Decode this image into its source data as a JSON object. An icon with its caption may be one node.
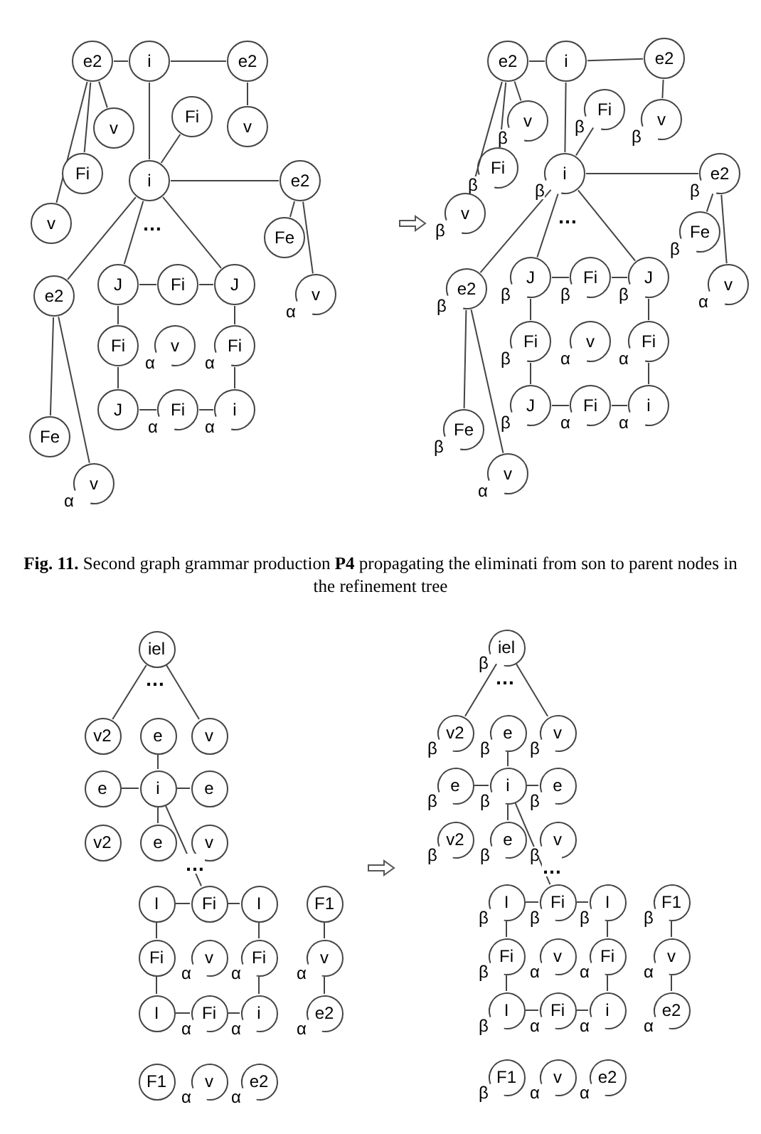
{
  "diagram": {
    "caption": "**Fig. 11.** Second graph grammar production **P4** propagating the eliminati from son to parent nodes in the refinement tree",
    "nodes": [
      {
        "text": [
          "e2"
        ]
      },
      {
        "text": [
          "i"
        ]
      },
      {
        "text": [
          "e2"
        ]
      },
      {
        "text": [
          "v"
        ]
      },
      {
        "text": [
          "Fi"
        ]
      },
      {
        "text": [
          "v"
        ]
      },
      {
        "text": [
          "Fi"
        ]
      },
      {
        "text": [
          "i"
        ]
      },
      {
        "text": [
          "e2"
        ]
      },
      {
        "text": [
          "v"
        ]
      },
      {
        "text": [
          "Fe"
        ]
      },
      {
        "text": [
          "v"
        ],
        "beside": [
          "α"
        ]
      },
      {
        "text": [
          "e2"
        ]
      },
      {
        "text": [
          "J"
        ]
      },
      {
        "text": [
          "Fi"
        ]
      },
      {
        "text": [
          "J"
        ]
      },
      {
        "text": [
          "Fi"
        ]
      },
      {
        "text": [
          "v"
        ],
        "beside": [
          "α"
        ]
      },
      {
        "text": [
          "Fi"
        ],
        "beside": [
          "α"
        ]
      },
      {
        "text": [
          "J"
        ]
      },
      {
        "text": [
          "Fi"
        ],
        "beside": [
          "α"
        ]
      },
      {
        "text": [
          "i"
        ],
        "beside": [
          "α"
        ]
      },
      {
        "text": [
          "Fe"
        ]
      },
      {
        "text": [
          "v"
        ],
        "beside": [
          "α"
        ]
      },
      {
        "text": [
          "e2"
        ]
      },
      {
        "text": [
          "i"
        ]
      },
      {
        "text": [
          "e2"
        ]
      },
      {
        "text": [
          "v"
        ],
        "beside": [
          "β"
        ]
      },
      {
        "text": [
          "Fi"
        ],
        "beside": [
          "β"
        ]
      },
      {
        "text": [
          "v"
        ],
        "beside": [
          "β"
        ]
      },
      {
        "text": [
          "Fi"
        ],
        "beside": [
          "β"
        ]
      },
      {
        "text": [
          "i"
        ],
        "beside": [
          "β"
        ]
      },
      {
        "text": [
          "e2"
        ],
        "beside": [
          "β"
        ]
      },
      {
        "text": [
          "v"
        ],
        "beside": [
          "β"
        ]
      },
      {
        "text": [
          "Fe"
        ],
        "beside": [
          "β"
        ]
      },
      {
        "text": [
          "v"
        ],
        "beside": [
          "α"
        ]
      },
      {
        "text": [
          "e2"
        ],
        "beside": [
          "β"
        ]
      },
      {
        "text": [
          "J"
        ],
        "beside": [
          "β"
        ]
      },
      {
        "text": [
          "Fi"
        ],
        "beside": [
          "β"
        ]
      },
      {
        "text": [
          "J"
        ],
        "beside": [
          "β"
        ]
      },
      {
        "text": [
          "Fi"
        ],
        "beside": [
          "β"
        ]
      },
      {
        "text": [
          "v"
        ],
        "beside": [
          "α"
        ]
      },
      {
        "text": [
          "Fi"
        ],
        "beside": [
          "α"
        ]
      },
      {
        "text": [
          "J"
        ],
        "beside": [
          "β"
        ]
      },
      {
        "text": [
          "Fi"
        ],
        "beside": [
          "α"
        ]
      },
      {
        "text": [
          "i"
        ],
        "beside": [
          "α"
        ]
      },
      {
        "text": [
          "Fe"
        ],
        "beside": [
          "β"
        ]
      },
      {
        "text": [
          "v"
        ],
        "beside": [
          "α"
        ]
      },
      {
        "text": [
          "iel"
        ]
      },
      {
        "text": [
          "v2"
        ]
      },
      {
        "text": [
          "e"
        ]
      },
      {
        "text": [
          "v"
        ]
      },
      {
        "text": [
          "e"
        ]
      },
      {
        "text": [
          "i"
        ]
      },
      {
        "text": [
          "e"
        ]
      },
      {
        "text": [
          "v2"
        ]
      },
      {
        "text": [
          "e"
        ]
      },
      {
        "text": [
          "v"
        ]
      },
      {
        "text": [
          "I"
        ]
      },
      {
        "text": [
          "Fi"
        ]
      },
      {
        "text": [
          "I"
        ]
      },
      {
        "text": [
          "F1"
        ]
      },
      {
        "text": [
          "Fi"
        ]
      },
      {
        "text": [
          "v"
        ],
        "beside": [
          "α"
        ]
      },
      {
        "text": [
          "Fi"
        ],
        "beside": [
          "α"
        ]
      },
      {
        "text": [
          "v"
        ],
        "beside": [
          "α"
        ]
      },
      {
        "text": [
          "I"
        ]
      },
      {
        "text": [
          "Fi"
        ],
        "beside": [
          "α"
        ]
      },
      {
        "text": [
          "i"
        ],
        "beside": [
          "α"
        ]
      },
      {
        "text": [
          "e2"
        ],
        "beside": [
          "α"
        ]
      },
      {
        "text": [
          "F1"
        ]
      },
      {
        "text": [
          "v"
        ],
        "beside": [
          "α"
        ]
      },
      {
        "text": [
          "e2"
        ],
        "beside": [
          "α"
        ]
      },
      {
        "text": [
          "iel"
        ],
        "beside": [
          "β"
        ]
      },
      {
        "text": [
          "v2"
        ],
        "beside": [
          "β"
        ]
      },
      {
        "text": [
          "e"
        ],
        "beside": [
          "β"
        ]
      },
      {
        "text": [
          "v"
        ],
        "beside": [
          "β"
        ]
      },
      {
        "text": [
          "e"
        ],
        "beside": [
          "β"
        ]
      },
      {
        "text": [
          "i"
        ],
        "beside": [
          "β"
        ]
      },
      {
        "text": [
          "e"
        ],
        "beside": [
          "β"
        ]
      },
      {
        "text": [
          "v2"
        ],
        "beside": [
          "β"
        ]
      },
      {
        "text": [
          "e"
        ],
        "beside": [
          "β"
        ]
      },
      {
        "text": [
          "v"
        ],
        "beside": [
          "β"
        ]
      },
      {
        "text": [
          "I"
        ],
        "beside": [
          "β"
        ]
      },
      {
        "text": [
          "Fi"
        ],
        "beside": [
          "β"
        ]
      },
      {
        "text": [
          "I"
        ],
        "beside": [
          "β"
        ]
      },
      {
        "text": [
          "F1"
        ],
        "beside": [
          "β"
        ]
      },
      {
        "text": [
          "Fi"
        ],
        "beside": [
          "β"
        ]
      },
      {
        "text": [
          "v"
        ],
        "beside": [
          "α"
        ]
      },
      {
        "text": [
          "Fi"
        ],
        "beside": [
          "α"
        ]
      },
      {
        "text": [
          "v"
        ],
        "beside": [
          "α"
        ]
      },
      {
        "text": [
          "I"
        ],
        "beside": [
          "β"
        ]
      },
      {
        "text": [
          "Fi"
        ],
        "beside": [
          "α"
        ]
      },
      {
        "text": [
          "i"
        ],
        "beside": [
          "α"
        ]
      },
      {
        "text": [
          "e2"
        ],
        "beside": [
          "α"
        ]
      },
      {
        "text": [
          "F1"
        ],
        "beside": [
          "β"
        ]
      },
      {
        "text": [
          "v"
        ],
        "beside": [
          "α"
        ]
      },
      {
        "text": [
          "e2"
        ],
        "beside": [
          "α"
        ]
      }
    ],
    "edges": [
      {
        "from": 0,
        "to": 1,
        "arrow": "none"
      },
      {
        "from": 1,
        "to": 2,
        "arrow": "none"
      },
      {
        "from": 0,
        "to": 9,
        "arrow": "none"
      },
      {
        "from": 0,
        "to": 6,
        "arrow": "none"
      },
      {
        "from": 0,
        "to": 3,
        "arrow": "none"
      },
      {
        "from": 2,
        "to": 5,
        "arrow": "none"
      },
      {
        "from": 1,
        "to": 7,
        "arrow": "none"
      },
      {
        "from": 4,
        "to": 7,
        "arrow": "none"
      },
      {
        "from": 7,
        "to": 8,
        "arrow": "none"
      },
      {
        "from": 8,
        "to": 10,
        "arrow": "none"
      },
      {
        "from": 8,
        "to": 11,
        "arrow": "none"
      },
      {
        "from": 7,
        "to": 12,
        "arrow": "none"
      },
      {
        "from": 7,
        "to": 13,
        "arrow": "none"
      },
      {
        "from": 7,
        "to": 15,
        "arrow": "none"
      },
      {
        "from": 13,
        "to": 14,
        "arrow": "none"
      },
      {
        "from": 14,
        "to": 15,
        "arrow": "none"
      },
      {
        "from": 13,
        "to": 16,
        "arrow": "none"
      },
      {
        "from": 15,
        "to": 18,
        "arrow": "none"
      },
      {
        "from": 16,
        "to": 19,
        "arrow": "none"
      },
      {
        "from": 19,
        "to": 20,
        "arrow": "none"
      },
      {
        "from": 20,
        "to": 21,
        "arrow": "none"
      },
      {
        "from": 18,
        "to": 21,
        "arrow": "none"
      },
      {
        "from": 12,
        "to": 22,
        "arrow": "none"
      },
      {
        "from": 12,
        "to": 23,
        "arrow": "none"
      },
      {
        "from": 24,
        "to": 25,
        "arrow": "none"
      },
      {
        "from": 25,
        "to": 26,
        "arrow": "none"
      },
      {
        "from": 24,
        "to": 33,
        "arrow": "none"
      },
      {
        "from": 24,
        "to": 30,
        "arrow": "none"
      },
      {
        "from": 24,
        "to": 27,
        "arrow": "none"
      },
      {
        "from": 26,
        "to": 29,
        "arrow": "none"
      },
      {
        "from": 25,
        "to": 31,
        "arrow": "none"
      },
      {
        "from": 28,
        "to": 31,
        "arrow": "none"
      },
      {
        "from": 31,
        "to": 32,
        "arrow": "none"
      },
      {
        "from": 32,
        "to": 34,
        "arrow": "none"
      },
      {
        "from": 32,
        "to": 35,
        "arrow": "none"
      },
      {
        "from": 31,
        "to": 36,
        "arrow": "none"
      },
      {
        "from": 31,
        "to": 37,
        "arrow": "none"
      },
      {
        "from": 31,
        "to": 39,
        "arrow": "none"
      },
      {
        "from": 37,
        "to": 38,
        "arrow": "none"
      },
      {
        "from": 38,
        "to": 39,
        "arrow": "none"
      },
      {
        "from": 37,
        "to": 40,
        "arrow": "none"
      },
      {
        "from": 39,
        "to": 42,
        "arrow": "none"
      },
      {
        "from": 40,
        "to": 43,
        "arrow": "none"
      },
      {
        "from": 43,
        "to": 44,
        "arrow": "none"
      },
      {
        "from": 44,
        "to": 45,
        "arrow": "none"
      },
      {
        "from": 42,
        "to": 45,
        "arrow": "none"
      },
      {
        "from": 36,
        "to": 46,
        "arrow": "none"
      },
      {
        "from": 36,
        "to": 47,
        "arrow": "none"
      },
      {
        "from": 48,
        "to": 49,
        "arrow": "none"
      },
      {
        "from": 48,
        "to": 51,
        "arrow": "none"
      },
      {
        "from": 50,
        "to": 53,
        "arrow": "none"
      },
      {
        "from": 52,
        "to": 53,
        "arrow": "none"
      },
      {
        "from": 53,
        "to": 54,
        "arrow": "none"
      },
      {
        "from": 53,
        "to": 56,
        "arrow": "none"
      },
      {
        "from": 53,
        "to": 59,
        "arrow": "none"
      },
      {
        "from": 58,
        "to": 59,
        "arrow": "none"
      },
      {
        "from": 59,
        "to": 60,
        "arrow": "none"
      },
      {
        "from": 58,
        "to": 62,
        "arrow": "none"
      },
      {
        "from": 60,
        "to": 64,
        "arrow": "none"
      },
      {
        "from": 62,
        "to": 66,
        "arrow": "none"
      },
      {
        "from": 66,
        "to": 67,
        "arrow": "none"
      },
      {
        "from": 67,
        "to": 68,
        "arrow": "none"
      },
      {
        "from": 64,
        "to": 68,
        "arrow": "none"
      },
      {
        "from": 61,
        "to": 65,
        "arrow": "none"
      },
      {
        "from": 65,
        "to": 69,
        "arrow": "none"
      },
      {
        "from": 73,
        "to": 74,
        "arrow": "none"
      },
      {
        "from": 73,
        "to": 76,
        "arrow": "none"
      },
      {
        "from": 75,
        "to": 78,
        "arrow": "none"
      },
      {
        "from": 77,
        "to": 78,
        "arrow": "none"
      },
      {
        "from": 78,
        "to": 79,
        "arrow": "none"
      },
      {
        "from": 78,
        "to": 81,
        "arrow": "none"
      },
      {
        "from": 78,
        "to": 84,
        "arrow": "none"
      },
      {
        "from": 83,
        "to": 84,
        "arrow": "none"
      },
      {
        "from": 84,
        "to": 85,
        "arrow": "none"
      },
      {
        "from": 83,
        "to": 87,
        "arrow": "none"
      },
      {
        "from": 85,
        "to": 89,
        "arrow": "none"
      },
      {
        "from": 87,
        "to": 91,
        "arrow": "none"
      },
      {
        "from": 91,
        "to": 92,
        "arrow": "none"
      },
      {
        "from": 92,
        "to": 93,
        "arrow": "none"
      },
      {
        "from": 89,
        "to": 93,
        "arrow": "none"
      },
      {
        "from": 86,
        "to": 90,
        "arrow": "none"
      },
      {
        "from": 90,
        "to": 94,
        "arrow": "none"
      }
    ],
    "labels": [
      "…",
      "…",
      "…",
      "…",
      "…",
      "…"
    ]
  }
}
